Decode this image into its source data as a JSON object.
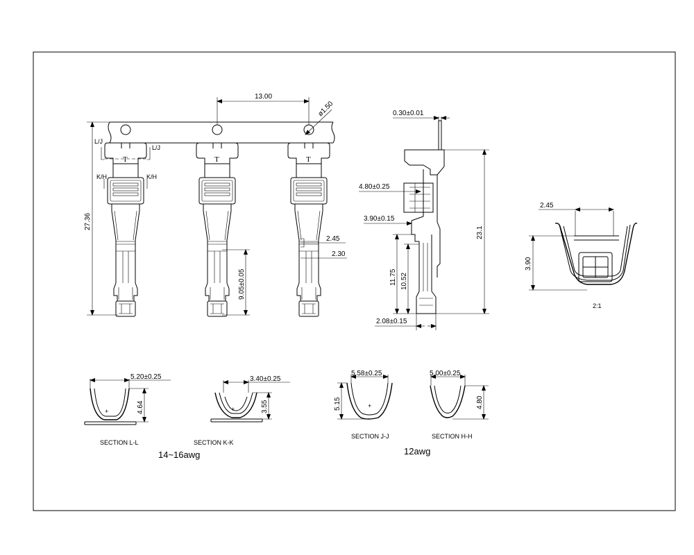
{
  "dimensions": {
    "pitch": "13.00",
    "hole_dia": "ø1.50",
    "overall_length": "27.36",
    "crimp_length": "9.05±0.05",
    "w_245_front": "2.45",
    "w_230_front": "2.30",
    "thickness": "0.30±0.01",
    "width_480": "4.80±0.25",
    "step_390": "3.90±0.15",
    "h_1175": "11.75",
    "h_1052": "10.52",
    "h_231": "23.1",
    "w_208": "2.08±0.15",
    "detail_w": "2.45",
    "detail_h": "3.90",
    "sec_ll_w": "5.20±0.25",
    "sec_ll_h": "4.64",
    "sec_kk_w": "3.40±0.25",
    "sec_kk_h": "3.55",
    "sec_jj_w": "5.58±0.25",
    "sec_jj_h": "5.15",
    "sec_hh_w": "5.00±0.25",
    "sec_hh_h": "4.80"
  },
  "labels": {
    "lj_left": "L/J",
    "lj_right": "L/J",
    "kh_left": "K/H",
    "kh_right": "K/H",
    "t_mark": "T",
    "scale": "2:1",
    "section_ll": "SECTION L-L",
    "section_kk": "SECTION K-K",
    "section_jj": "SECTION J-J",
    "section_hh": "SECTION H-H",
    "group_small": "14~16awg",
    "group_large": "12awg"
  }
}
